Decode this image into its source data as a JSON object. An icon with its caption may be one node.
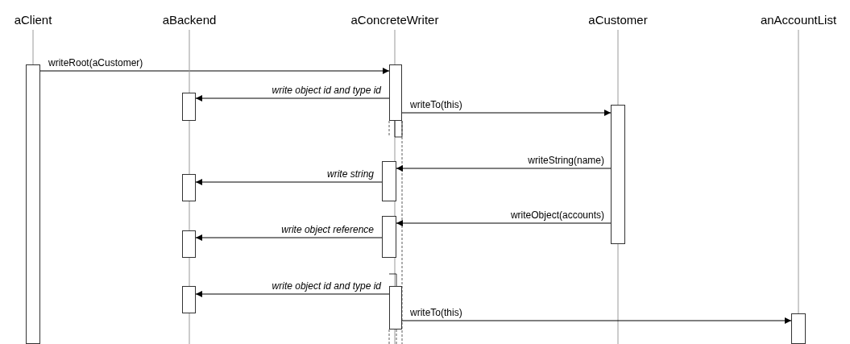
{
  "diagram": {
    "nodes": [
      {
        "text": [
          "aClient"
        ]
      },
      {
        "text": [
          "aBackend"
        ]
      },
      {
        "text": [
          "aConcreteWriter"
        ]
      },
      {
        "text": [
          "aCustomer"
        ]
      },
      {
        "text": [
          "anAccountList"
        ]
      },
      {
        "text": [],
        "shape": "bar"
      },
      {
        "text": [],
        "shape": "bar"
      },
      {
        "text": [],
        "shape": "bar"
      },
      {
        "text": [],
        "shape": "bar"
      },
      {
        "text": [],
        "shape": "bar"
      },
      {
        "text": [],
        "shape": "bar"
      },
      {
        "text": [],
        "shape": "bar"
      },
      {
        "text": [],
        "shape": "bar"
      },
      {
        "text": [],
        "shape": "bar"
      },
      {
        "text": [],
        "shape": "bar"
      },
      {
        "text": [],
        "shape": "bar"
      }
    ],
    "edges": [
      {
        "from": 5,
        "to": 6,
        "arrow": "to",
        "label": "writeRoot(aCustomer)"
      },
      {
        "from": 6,
        "to": 7,
        "arrow": "to",
        "label": "write object id and type id"
      },
      {
        "from": 6,
        "to": 8,
        "arrow": "to",
        "label": "writeTo(this)"
      },
      {
        "from": 8,
        "to": 9,
        "arrow": "to",
        "label": "writeString(name)"
      },
      {
        "from": 9,
        "to": 10,
        "arrow": "to",
        "label": "write string"
      },
      {
        "from": 8,
        "to": 11,
        "arrow": "to",
        "label": "writeObject(accounts)"
      },
      {
        "from": 11,
        "to": 12,
        "arrow": "to",
        "label": "write object reference"
      },
      {
        "from": 13,
        "to": 14,
        "arrow": "to",
        "label": "write object id and type id"
      },
      {
        "from": 13,
        "to": 15,
        "arrow": "to",
        "label": "writeTo(this)"
      },
      {
        "from": 0,
        "to": 5,
        "arrow": "none",
        "color": "#999999"
      },
      {
        "from": 1,
        "to": 7,
        "arrow": "none",
        "color": "#999999"
      },
      {
        "from": 2,
        "to": 6,
        "arrow": "none",
        "color": "#999999"
      },
      {
        "from": 3,
        "to": 8,
        "arrow": "none",
        "color": "#999999"
      },
      {
        "from": 4,
        "to": 15,
        "arrow": "none",
        "color": "#999999"
      }
    ]
  }
}
